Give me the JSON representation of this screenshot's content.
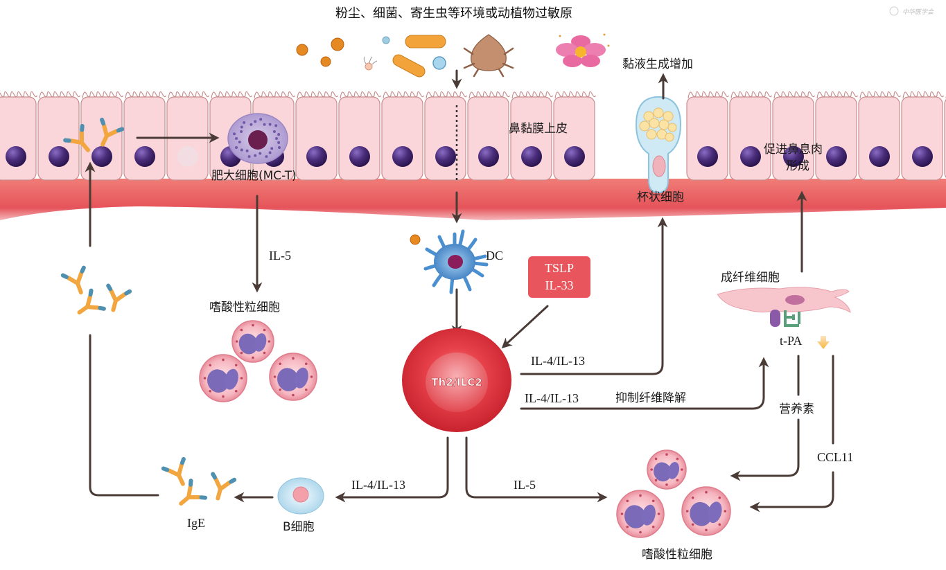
{
  "diagram": {
    "top_title": "粉尘、细菌、寄生虫等环境或动植物过敏原",
    "watermark": "中华医学会",
    "epithelium_label": "鼻黏膜上皮",
    "mast_cell_label": "肥大细胞(MC-T)",
    "goblet_cell_label": "杯状细胞",
    "mucus_label": "黏液生成增加",
    "polyp_label_line1": "促进鼻息肉",
    "polyp_label_line2": "形成",
    "il5_top_label": "IL-5",
    "eos_top_label": "嗜酸性粒细胞",
    "dc_label": "DC",
    "tslp_line1": "TSLP",
    "tslp_line2": "IL-33",
    "th2_label": "Th2/ILC2",
    "il4_goblet_label": "IL-4/IL-13",
    "il4_fibro_label": "IL-4/IL-13",
    "inhibit_label": "抑制纤维降解",
    "fibroblast_label": "成纤维细胞",
    "tpa_label": "t-PA",
    "nutrient_label": "营养素",
    "ccl11_label": "CCL11",
    "il4_bcell_label": "IL-4/IL-13",
    "il5_bottom_label": "IL-5",
    "bcell_label": "B细胞",
    "ige_label": "IgE",
    "eos_bottom_label": "嗜酸性粒细胞",
    "colors": {
      "arrow": "#4a3b36",
      "cell_pink": "#f9d3d6",
      "submucosa": "#e8585a",
      "nucleus": "#4a2d7a",
      "th2_red": "#e23a44",
      "tslp_box": "#e8555c",
      "dc_blue": "#4a8fd0",
      "ige_orange": "#f2a640",
      "ige_tip": "#4f8fb0",
      "tpa_arrow": "#f5b840"
    }
  }
}
